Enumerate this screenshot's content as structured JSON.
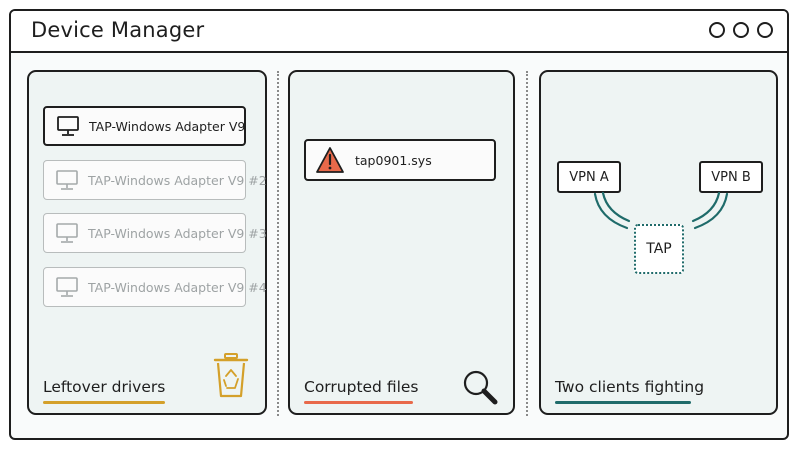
{
  "window": {
    "title": "Device Manager",
    "controls": [
      "circle-icon",
      "circle-icon",
      "circle-icon"
    ]
  },
  "panels": [
    {
      "title": "Leftover drivers",
      "accent": "#d4a02a",
      "icon": "recycle-bin-icon",
      "devices": [
        {
          "label": "TAP-Windows Adapter V9",
          "state": "active",
          "icon": "monitor-icon"
        },
        {
          "label": "TAP-Windows Adapter V9 #2",
          "state": "ghost",
          "icon": "monitor-icon"
        },
        {
          "label": "TAP-Windows Adapter V9 #3",
          "state": "ghost",
          "icon": "monitor-icon"
        },
        {
          "label": "TAP-Windows Adapter V9 #4",
          "state": "ghost",
          "icon": "monitor-icon"
        }
      ]
    },
    {
      "title": "Corrupted files",
      "accent": "#e8694a",
      "icon": "magnifier-icon",
      "file": {
        "label": "tap0901.sys",
        "icon": "warning-icon"
      }
    },
    {
      "title": "Two clients fighting",
      "accent": "#1f6b6a",
      "clients": [
        "VPN A",
        "VPN B"
      ],
      "adapter": "TAP"
    }
  ],
  "colors": {
    "ink": "#1e1e1e",
    "panel_bg": "#eef4f3",
    "warning": "#e8694a",
    "ghost": "#9ea3a4"
  }
}
